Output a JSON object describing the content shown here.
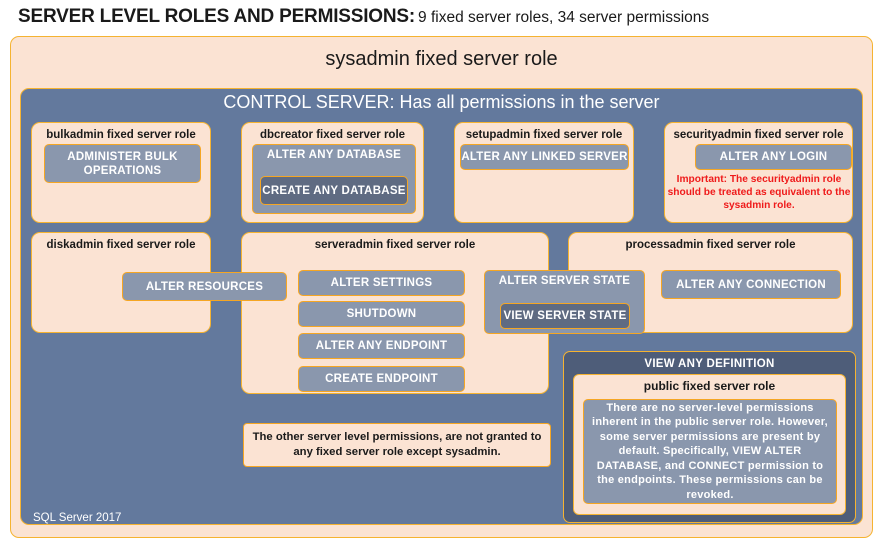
{
  "title": {
    "main": "SERVER LEVEL ROLES AND PERMISSIONS:",
    "sub": "9 fixed server roles, 34 server permissions"
  },
  "diagram": {
    "sysadmin_label": "sysadmin fixed server role",
    "control_server_label": "CONTROL SERVER: Has all permissions in the server",
    "sql_version": "SQL Server 2017",
    "note": "The other server level permissions,  are not granted to any fixed server role except sysadmin.",
    "view_any_definition": "VIEW ANY DEFINITION"
  },
  "roles": [
    {
      "id": "bulkadmin",
      "title": "bulkadmin fixed server role",
      "permissions": [
        "ADMINISTER  BULK OPERATIONS"
      ]
    },
    {
      "id": "dbcreator",
      "title": "dbcreator fixed server role",
      "permissions": [
        "ALTER ANY DATABASE",
        "CREATE  ANY DATABASE"
      ]
    },
    {
      "id": "setupadmin",
      "title": "setupadmin fixed server role",
      "permissions": [
        "ALTER ANY LINKED SERVER"
      ]
    },
    {
      "id": "securityadmin",
      "title": "securityadmin fixed server role",
      "permissions": [
        "ALTER ANY LOGIN"
      ],
      "warning": "Important:  The securityadmin role should  be treated as equivalent to the sysadmin role."
    },
    {
      "id": "diskadmin",
      "title": "diskadmin fixed server role",
      "permissions": [
        "ALTER RESOURCES"
      ]
    },
    {
      "id": "serveradmin",
      "title": "serveradmin fixed server role",
      "permissions": [
        "ALTER SETTINGS",
        "SHUTDOWN",
        "ALTER ANY ENDPOINT",
        "CREATE  ENDPOINT",
        "ALTER SERVER  STATE",
        "VIEW SERVER  STATE"
      ]
    },
    {
      "id": "processadmin",
      "title": "processadmin fixed server role",
      "permissions": [
        "ALTER ANY CONNECTION"
      ]
    },
    {
      "id": "public",
      "title": "public  fixed server role",
      "body": "There are no server-level permissions inherent in the public server role. However, some server permissions are present by default. Specifically, VIEW ALTER DATABASE, and CONNECT permission to the endpoints. These permissions can be revoked."
    }
  ],
  "colors": {
    "peach_fill": "#fbe3d3",
    "gold_border": "#f5b331",
    "slate_fill": "#63799d",
    "permission_fill": "#8a97ad",
    "permission_dark_fill": "#5f6b82",
    "dark_slate_fill": "#4e5d79",
    "warning_text": "#ef1b1b"
  }
}
